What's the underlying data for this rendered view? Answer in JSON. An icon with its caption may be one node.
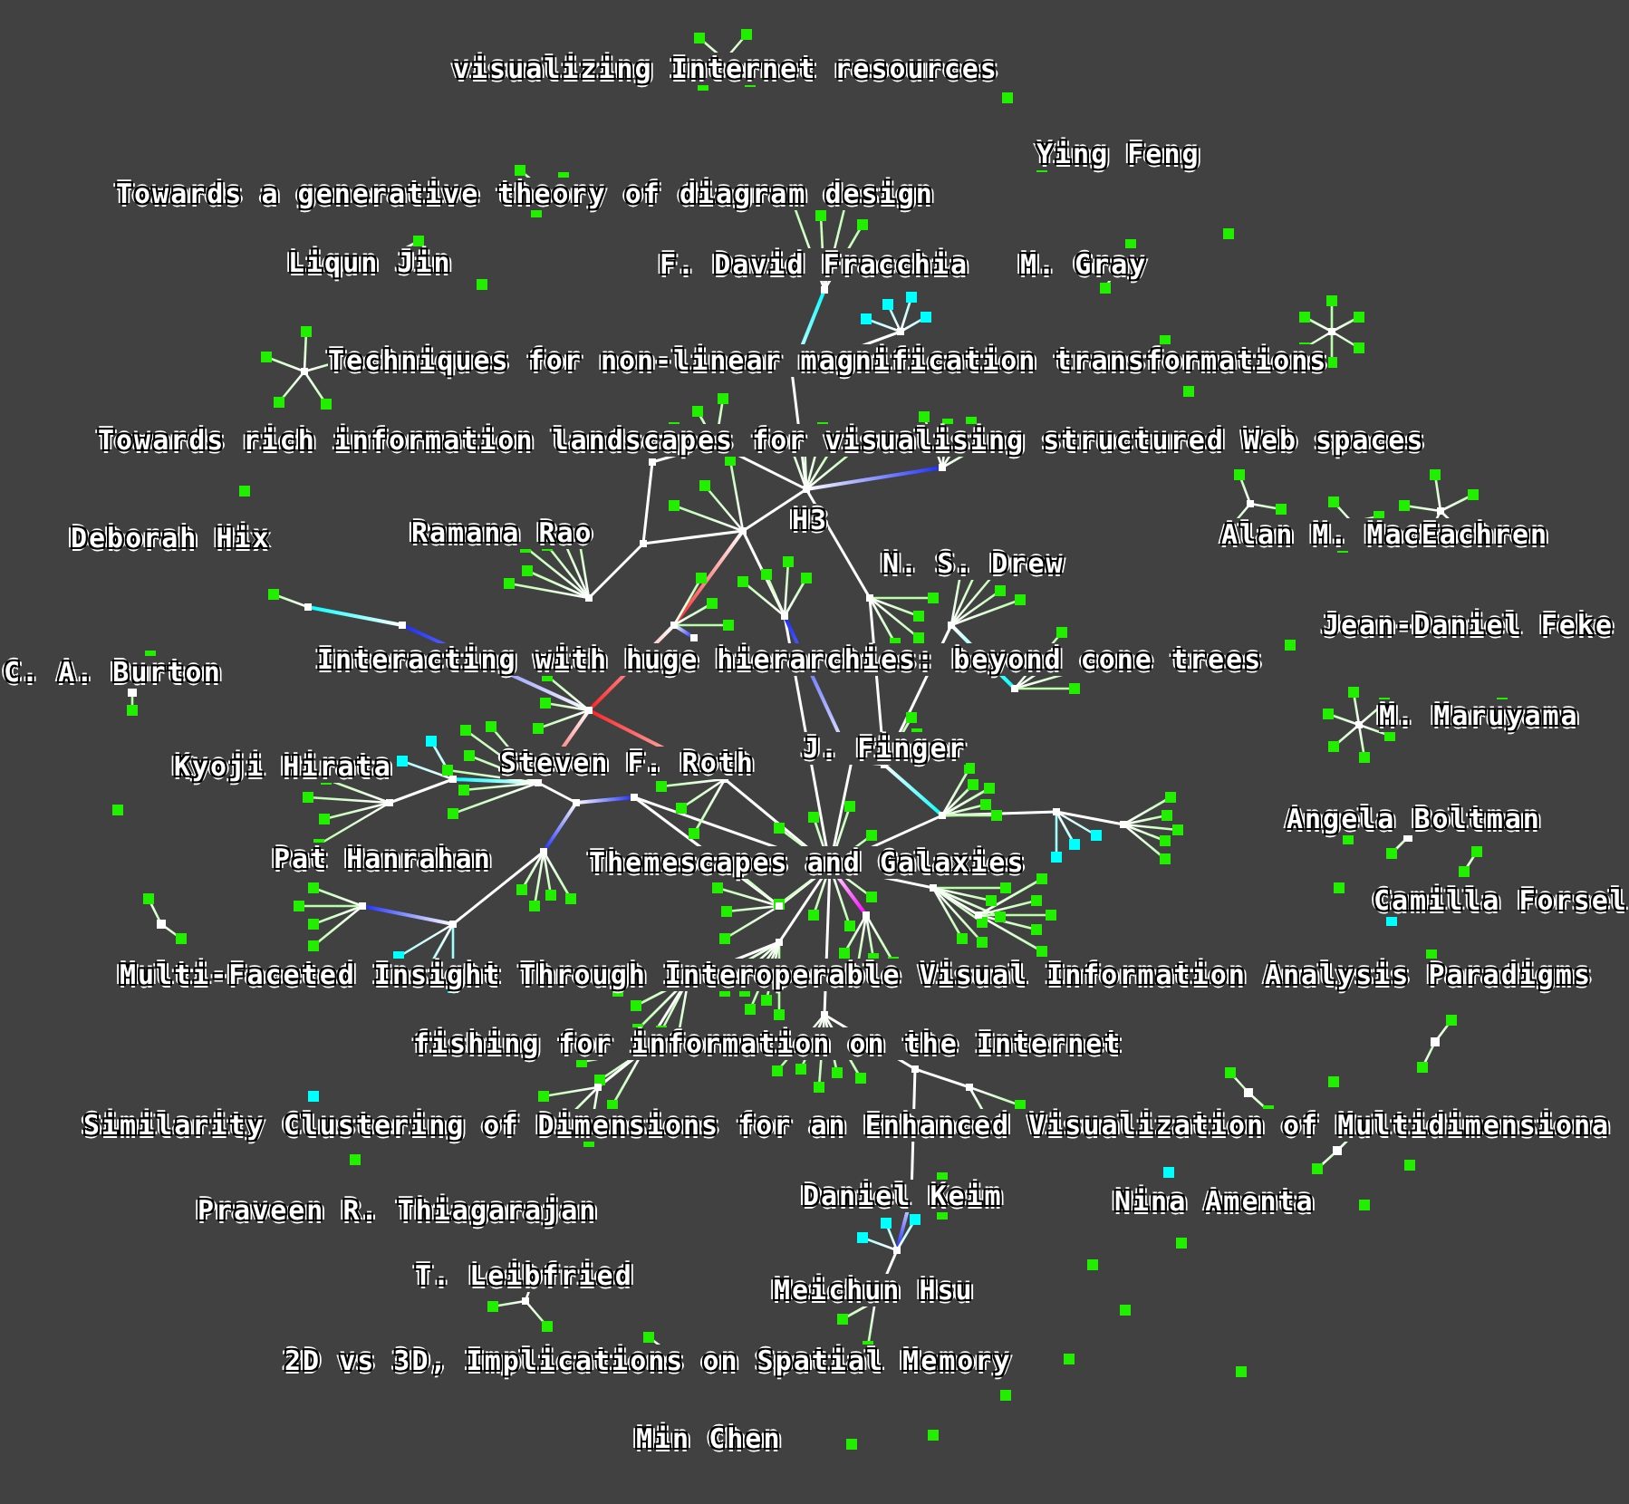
{
  "diagram": {
    "labels": [
      "visualizing Internet resources",
      "Ying Feng",
      "Towards a generative theory of diagram design",
      "Liqun Jin",
      "F. David Fracchia",
      "M. Gray",
      "Techniques for non-linear magnification transformations",
      "Towards rich information landscapes for visualising structured Web spaces",
      "Deborah Hix",
      "Ramana Rao",
      "H3",
      "Alan M. MacEachren",
      "N. S. Drew",
      "Jean-Daniel Feke",
      "C. A. Burton",
      "Interacting with huge hierarchies: beyond cone trees",
      "M. Maruyama",
      "Kyoji Hirata",
      "Steven F. Roth",
      "J. Finger",
      "Angela Boltman",
      "Pat Hanrahan",
      "Themescapes and Galaxies",
      "Camilla Forsel",
      "Multi-Faceted Insight Through Interoperable Visual Information Analysis Paradigms",
      "fishing for information on the Internet",
      "Similarity Clustering of Dimensions for an Enhanced Visualization of Multidimensiona",
      "Praveen R. Thiagarajan",
      "Daniel Keim",
      "Nina Amenta",
      "T. Leibfried",
      "Meichun Hsu",
      "2D vs 3D, Implications on Spatial Memory",
      "Min Chen"
    ]
  }
}
